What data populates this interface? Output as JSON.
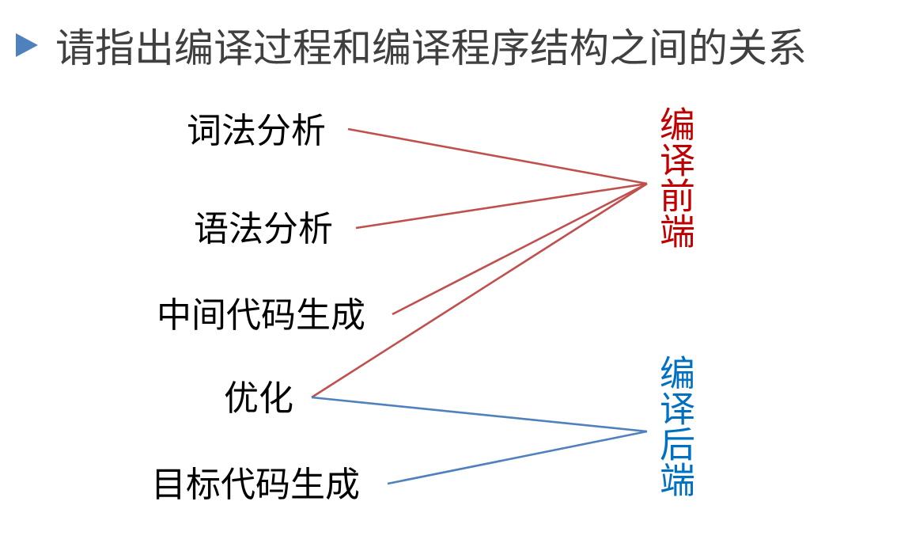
{
  "title": "请指出编译过程和编译程序结构之间的关系",
  "phases": [
    "词法分析",
    "语法分析",
    "中间代码生成",
    "优化",
    "目标代码生成"
  ],
  "groups": {
    "front": {
      "label": "编译前端",
      "color": "#c00000"
    },
    "back": {
      "label": "编译后端",
      "color": "#0070c0"
    }
  },
  "colors": {
    "bullet": "#4f81bd",
    "front_link": "#c0504d",
    "back_link": "#4f81bd"
  },
  "edges": [
    {
      "from": "词法分析",
      "to": "编译前端"
    },
    {
      "from": "语法分析",
      "to": "编译前端"
    },
    {
      "from": "中间代码生成",
      "to": "编译前端"
    },
    {
      "from": "优化",
      "to": "编译前端"
    },
    {
      "from": "优化",
      "to": "编译后端"
    },
    {
      "from": "目标代码生成",
      "to": "编译后端"
    }
  ]
}
